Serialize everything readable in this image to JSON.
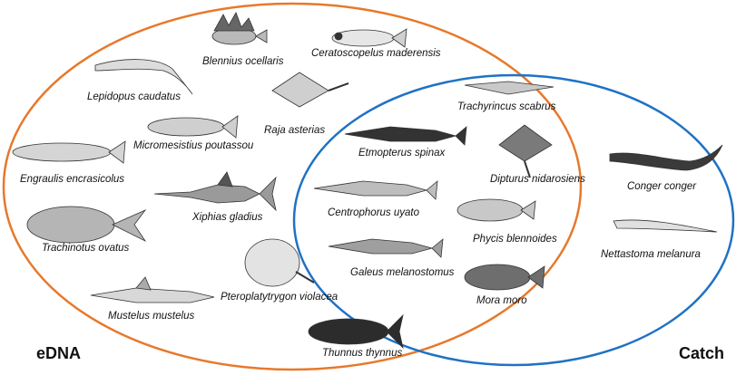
{
  "sets": {
    "left": {
      "label": "eDNA",
      "color": "#e8782a"
    },
    "right": {
      "label": "Catch",
      "color": "#1f72c4"
    }
  },
  "species": {
    "edna_only": [
      "Blennius ocellaris",
      "Ceratoscopelus maderensis",
      "Lepidopus caudatus",
      "Raja asterias",
      "Micromesistius poutassou",
      "Engraulis encrasicolus",
      "Xiphias gladius",
      "Trachinotus ovatus",
      "Pteroplatytrygon violacea",
      "Mustelus mustelus"
    ],
    "shared": [
      "Trachyrincus scabrus",
      "Etmopterus spinax",
      "Dipturus nidarosiens",
      "Centrophorus uyato",
      "Phycis blennoides",
      "Galeus melanostomus",
      "Mora moro",
      "Thunnus thynnus"
    ],
    "catch_only": [
      "Conger conger",
      "Nettastoma melanura"
    ]
  }
}
